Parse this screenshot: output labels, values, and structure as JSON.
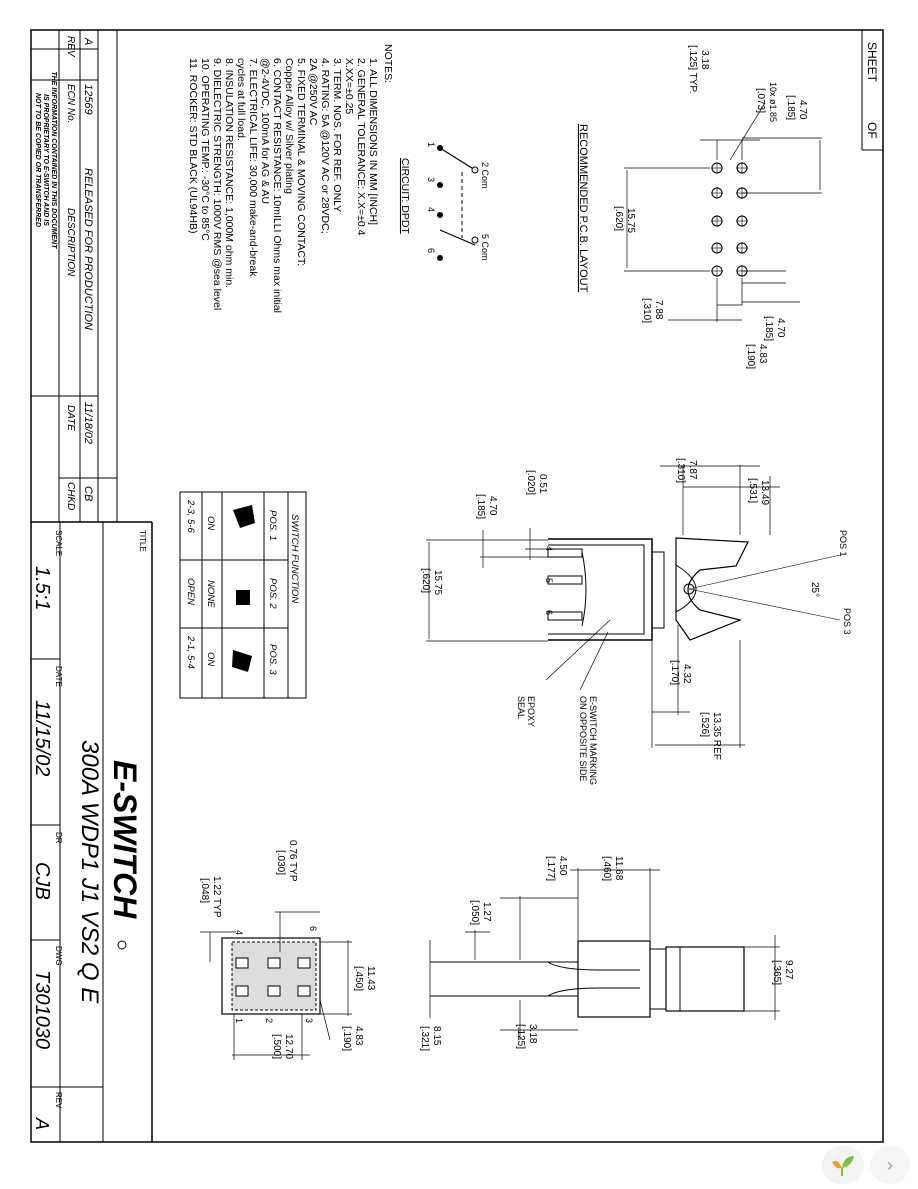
{
  "sheet_label": "SHEET",
  "sheet_of": "OF",
  "title_block": {
    "rev_col": "REV",
    "econ_col": "ECN No.",
    "desc_col": "DESCRIPTION",
    "date_col": "DATE",
    "chkd_col": "CHKD",
    "rev": "A",
    "econ": "12569",
    "desc": "RELEASED FOR PRODUCTION",
    "date": "11/18/02",
    "chkd": "CB",
    "proprietary": [
      "THE INFORMATION CONTAINED IN THIS DOCUMENT",
      "IS PROPRIETARY TO E-SWITCH AND IS",
      "NOT TO BE COPIED OR TRANSFERRED"
    ],
    "title_label": "TITLE",
    "title": "300A WDP1 J1 VS2 Q E",
    "scale_label": "SCALE",
    "scale": "1.5:1",
    "date_label": "DATE",
    "date_value": "11/15/02",
    "dr_label": "DR",
    "dr": "CJB",
    "dwg_label": "DWG",
    "dwg": "T301030",
    "rev_label": "REV",
    "rev_value": "A",
    "logo": "E-SWITCH"
  },
  "notes": {
    "heading": "NOTES:",
    "lines": [
      "1.  ALL DIMENSIONS IN MM [INCH]",
      "2.  GENERAL TOLERANCE: X.X=±0.4",
      "                                    X.XX=±0.25",
      "3.  TERM. NOS. FOR REF. ONLY",
      "4.  RATING: 5A @120V AC or 28VDC;",
      "                  2A @250V AC",
      "5.  FIXED TERMINAL & MOVING CONTACT:",
      "                  Copper Alloy w/ Silver plating",
      "6.  CONTACT RESISTANCE: 10mILLI Ohms max initial",
      "         @2-4VDC, 100mA for AG & AU",
      "7.  ELECTRICAL LIFE: 30,000 make-and-break",
      "                          cycles at full load.",
      "8.  INSULATION RESISTANCE: 1,000M ohm min.",
      "9.  DIELECTRIC STRENGTH: 1000V RMS @sea level",
      "10. OPERATING TEMP.: -30°C to 85°C",
      "11. ROCKER: STD BLACK (UL94HB)"
    ]
  },
  "circuit": {
    "heading": "CIRCUIT: DPDT",
    "com_a": "2 Com",
    "com_b": "5 Com",
    "terminals": [
      "1",
      "3",
      "4",
      "6"
    ]
  },
  "pcb": {
    "heading": "RECOMMENDED P.C.B. LAYOUT",
    "d1": "4.70",
    "d1i": "[.185]",
    "holes": "10x ø1.85",
    "holes_i": "[.073]",
    "d2": "3.18",
    "d2i": "[.125] TYP.",
    "d3": "15.75",
    "d3i": "[.620]",
    "d4": "7.88",
    "d4i": "[.310]",
    "d5": "4.70",
    "d5i": "[.185]",
    "d6": "4.83",
    "d6i": "[.190]"
  },
  "switch_function": {
    "heading": "SWITCH FUNCTION",
    "positions": [
      "POS. 1",
      "POS. 2",
      "POS. 3"
    ],
    "states": [
      "ON",
      "NONE",
      "ON"
    ],
    "connections": [
      "2-3, 5-6",
      "OPEN",
      "2-1, 5-4"
    ]
  },
  "side_view": {
    "pos1": "POS 1",
    "pos3": "POS 3",
    "angle": "25°",
    "d1": "7.87",
    "d1i": "[.310]",
    "d2": "13.49",
    "d2i": "[.531]",
    "d3": "0.51",
    "d3i": "[.020]",
    "d4": "4.70",
    "d4i": "[.185]",
    "d5": "15.75",
    "d5i": "[.620]",
    "d6": "4.32",
    "d6i": "[.170]",
    "d7": "13.35 REF",
    "d7i": "[.526]",
    "marking": [
      "E-SWITCH MARKING",
      "ON OPPOSITE SIDE"
    ],
    "epoxy": [
      "EPOXY",
      "SEAL"
    ],
    "pins": [
      "4",
      "5",
      "6"
    ]
  },
  "end_view": {
    "d1": "11.68",
    "d1i": "[.460]",
    "d2": "4.50",
    "d2i": "[.177]",
    "d3": "1.27",
    "d3i": "[.050]",
    "d4": "9.27",
    "d4i": "[.365]",
    "d5": "3.18",
    "d5i": "[.125]",
    "d6": "8.15",
    "d6i": "[.321]"
  },
  "bottom_view": {
    "d1": "0.76 TYP",
    "d1i": "[.030]",
    "d2": "1.22 TYP",
    "d2i": "[.048]",
    "d3": "11.43",
    "d3i": "[.450]",
    "d4": "4.83",
    "d4i": "[.190]",
    "d5": "12.70",
    "d5i": "[.500]",
    "pins": [
      "4",
      "6",
      "1",
      "2",
      "3"
    ]
  }
}
